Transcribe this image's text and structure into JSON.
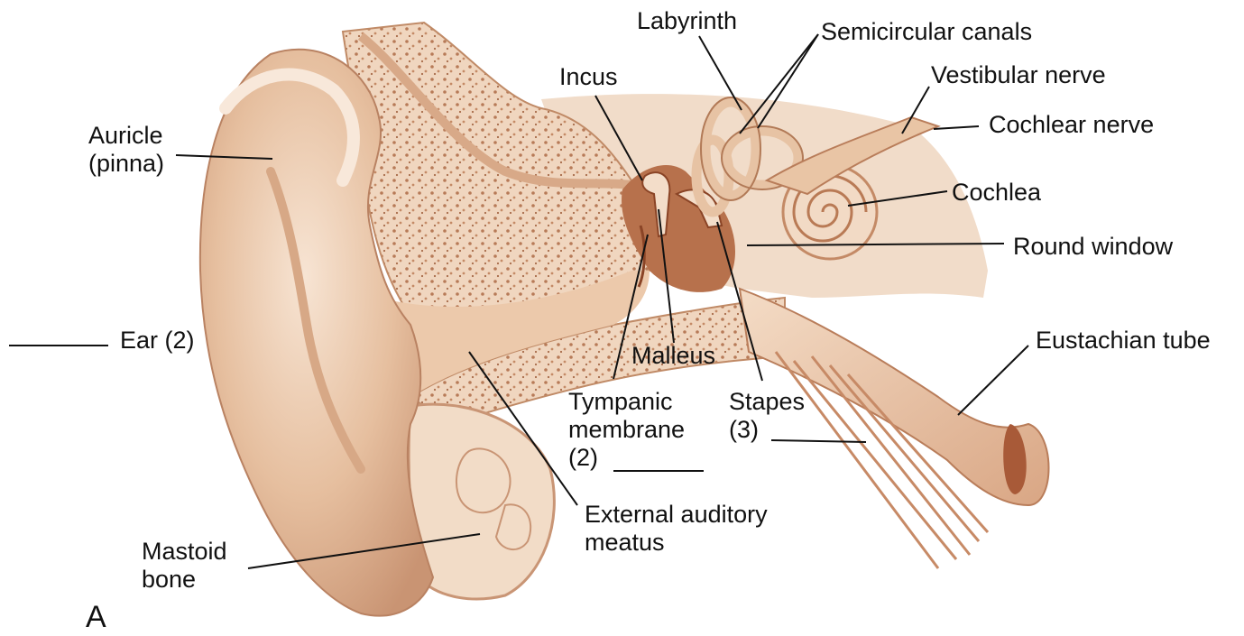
{
  "figure": {
    "panel_letter": "A",
    "colors": {
      "skin": "#eac7a9",
      "skin_light": "#f6e3d2",
      "skin_dark": "#c99575",
      "bone": "#f0d6bf",
      "bone_dots": "#b77a57",
      "cavity": "#9b5030",
      "line": "#111111"
    }
  },
  "labels": {
    "labyrinth": "Labyrinth",
    "semicircular_canals": "Semicircular canals",
    "incus": "Incus",
    "vestibular_nerve": "Vestibular nerve",
    "cochlear_nerve": "Cochlear nerve",
    "auricle_line1": "Auricle",
    "auricle_line2": "(pinna)",
    "cochlea": "Cochlea",
    "round_window": "Round window",
    "ear": "Ear (2)",
    "eustachian_tube": "Eustachian tube",
    "malleus": "Malleus",
    "tympanic_line1": "Tympanic",
    "tympanic_line2": "membrane",
    "tympanic_line3": "(2)",
    "stapes_line1": "Stapes",
    "stapes_line2": "(3)",
    "external_line1": "External auditory",
    "external_line2": "meatus",
    "mastoid_line1": "Mastoid",
    "mastoid_line2": "bone"
  }
}
